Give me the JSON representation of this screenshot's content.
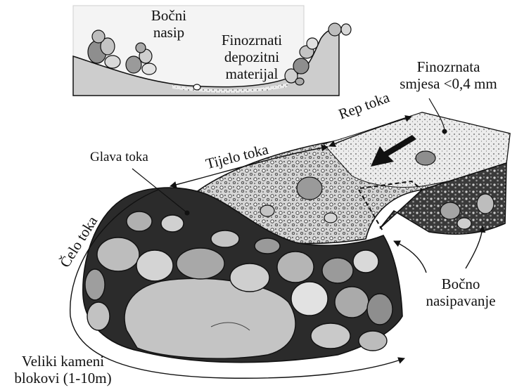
{
  "cross_section": {
    "label_bocni_nasip": [
      "Bočni",
      "nasip"
    ],
    "label_finozrnati": [
      "Finozrnati",
      "depozitni",
      "materijal"
    ]
  },
  "labels": {
    "finozrnata_smjesa": [
      "Finozrnata",
      "smjesa <0,4 mm"
    ],
    "rep_toka": "Rep toka",
    "tijelo_toka": "Tijelo toka",
    "glava_toka": "Glava toka",
    "celo_toka": "Čelo toka",
    "bocno_nasipavanje": [
      "Bočno",
      "nasipavanje"
    ],
    "veliki_kameni": [
      "Veliki kameni",
      "blokovi (1-10m)"
    ]
  },
  "colors": {
    "ink": "#111111",
    "fine_material": "#e4e4e4",
    "cross_section_fill": "#d0d0d0",
    "boulder": "#c4c4c4",
    "boulder_dark": "#8e8e8e"
  }
}
